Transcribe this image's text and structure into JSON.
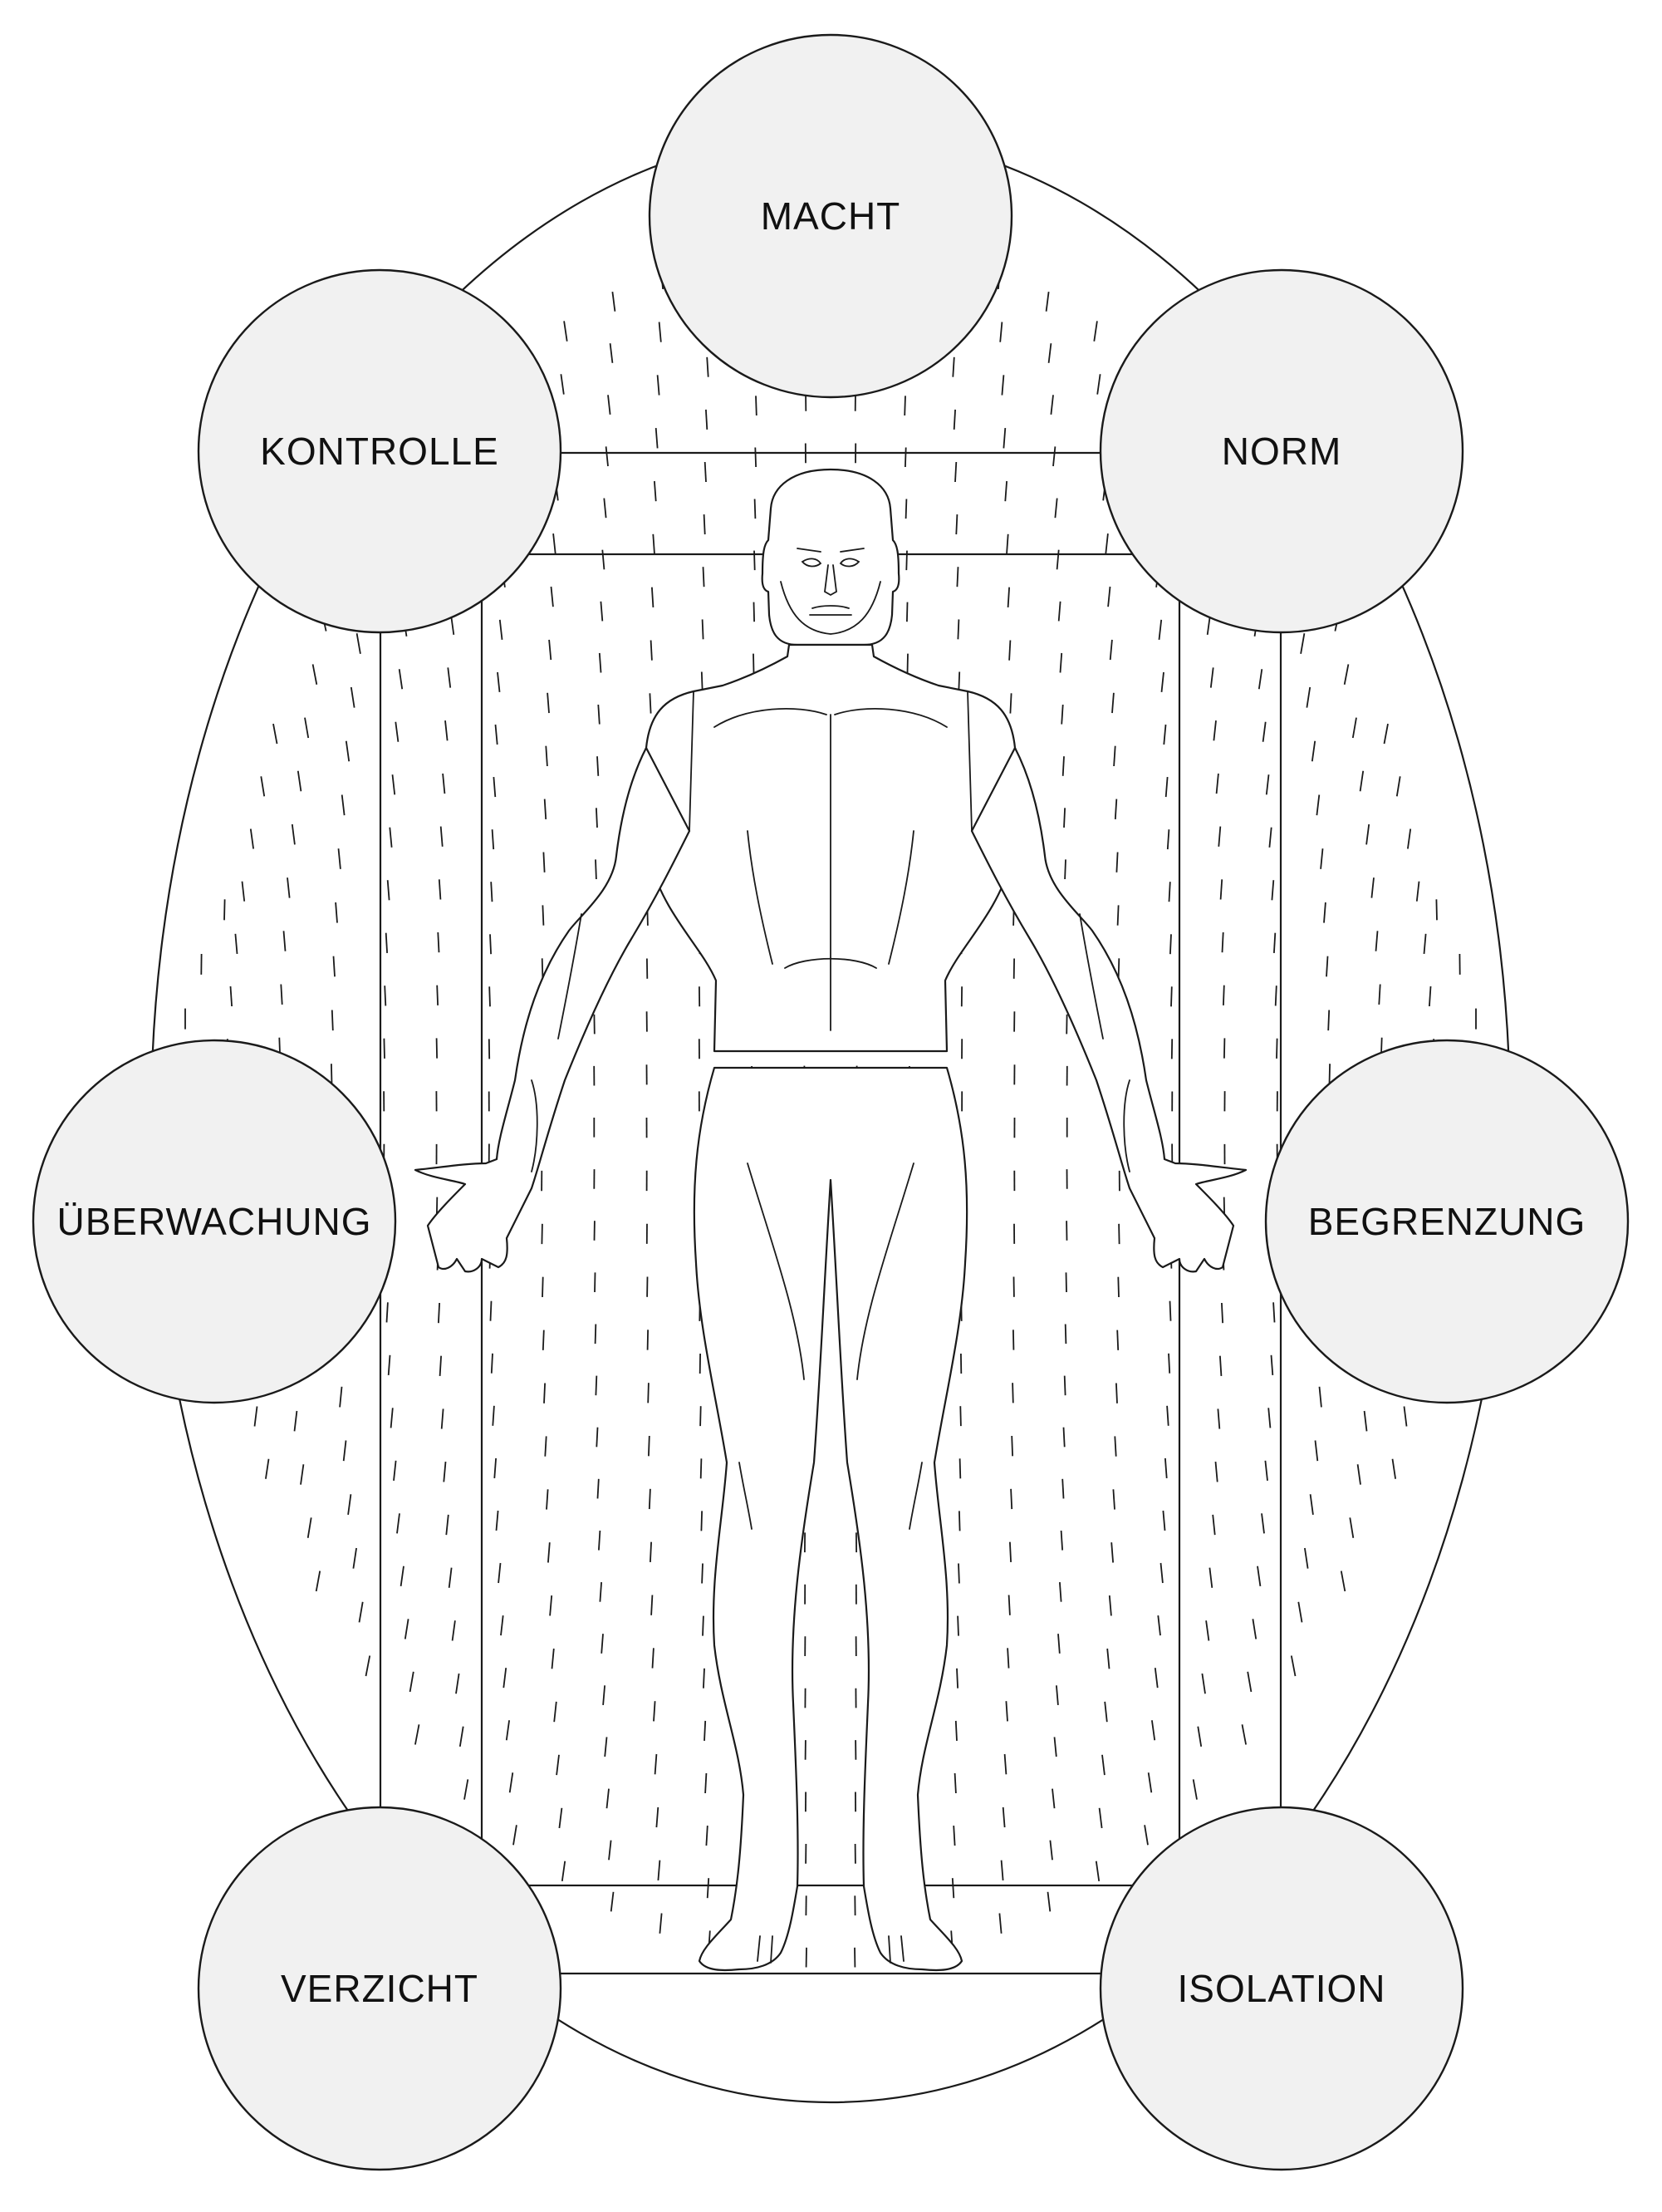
{
  "diagram": {
    "nodes": [
      {
        "id": "macht",
        "label": "MACHT"
      },
      {
        "id": "kontrolle",
        "label": "KONTROLLE"
      },
      {
        "id": "norm",
        "label": "NORM"
      },
      {
        "id": "ueberwachung",
        "label": "ÜBERWACHUNG"
      },
      {
        "id": "begrenzung",
        "label": "BEGRENZUNG"
      },
      {
        "id": "verzicht",
        "label": "VERZICHT"
      },
      {
        "id": "isolation",
        "label": "ISOLATION"
      }
    ],
    "colors": {
      "node_fill": "#f1f1f1",
      "stroke": "#1a1a1a",
      "background": "#ffffff"
    },
    "figure": "human-body-front-view"
  }
}
